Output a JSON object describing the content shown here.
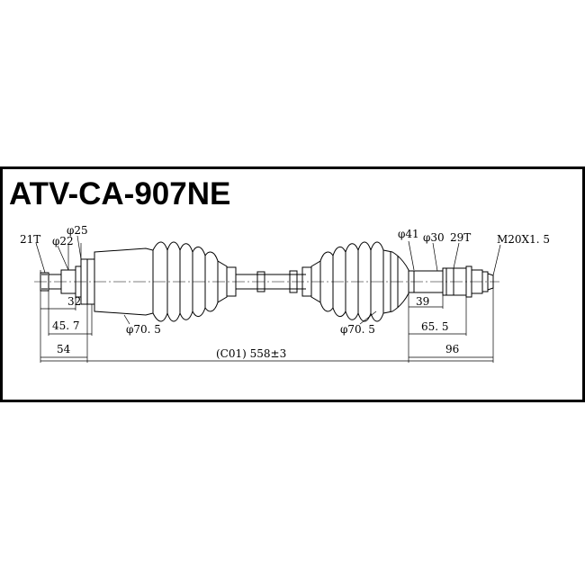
{
  "title": "ATV-CA-907NE",
  "labels": {
    "teeth_left": "21T",
    "dia_22": "φ22",
    "dia_25": "φ25",
    "len_32": "32",
    "len_45_7": "45. 7",
    "len_54": "54",
    "dia_70_5_left": "φ70. 5",
    "overall": "(C01) 558±3",
    "dia_70_5_right": "φ70. 5",
    "dia_41": "φ41",
    "dia_30": "φ30",
    "teeth_right": "29T",
    "thread": "M20X1. 5",
    "len_39": "39",
    "len_65_5": "65. 5",
    "len_96": "96"
  }
}
